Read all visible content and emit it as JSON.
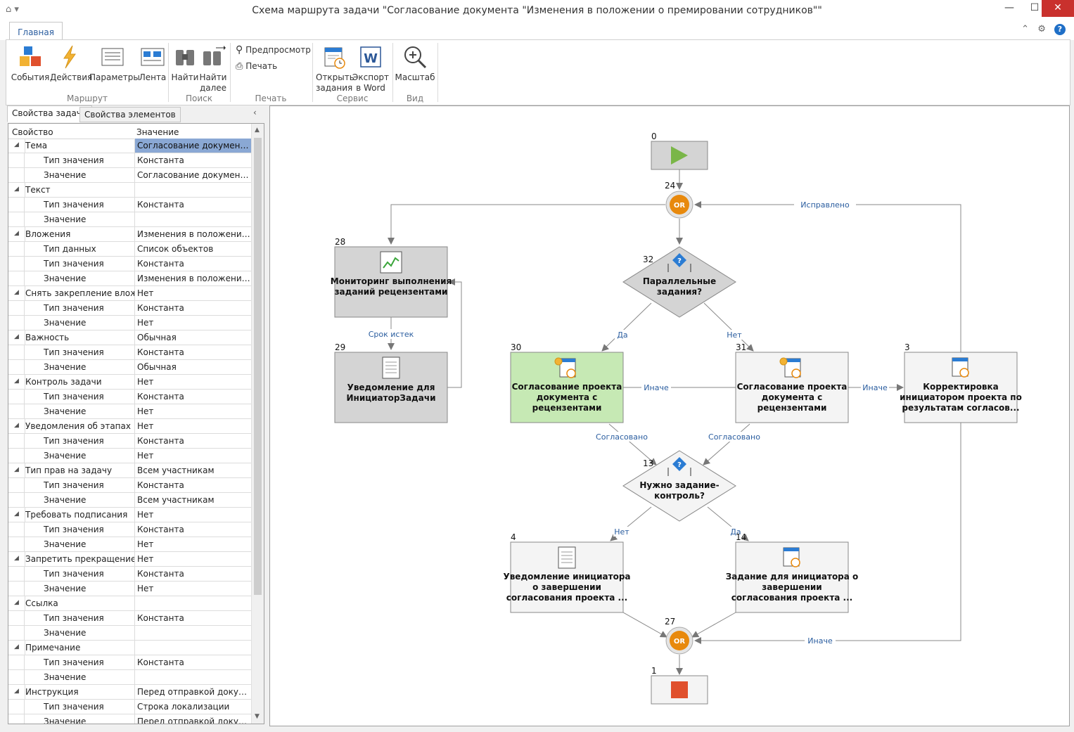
{
  "window": {
    "title": "Схема маршрута задачи \"Согласование документа \"Изменения в положении о премировании сотрудников\"\"",
    "minimize": "—",
    "maximize": "☐",
    "close": "✕"
  },
  "ribbon": {
    "tab": "Главная",
    "help": "?",
    "groups": {
      "route": "Маршрут",
      "search": "Поиск",
      "print": "Печать",
      "service": "Сервис",
      "view": "Вид"
    },
    "buttons": {
      "events": "События",
      "actions": "Действия",
      "params": "Параметры",
      "feed": "Лента",
      "find": "Найти",
      "find_next_1": "Найти",
      "find_next_2": "далее",
      "preview": "Предпросмотр",
      "print": "Печать",
      "open_tasks_1": "Открыть",
      "open_tasks_2": "задания",
      "export_1": "Экспорт",
      "export_2": "в Word",
      "zoom": "Масштаб"
    }
  },
  "left_panel": {
    "tabs": [
      "Свойства задачи",
      "Свойства элементов"
    ],
    "header": {
      "property": "Свойство",
      "value": "Значение"
    },
    "rows": [
      {
        "level": 0,
        "name": "Тема",
        "value": "Согласование документа \"...",
        "selected": true
      },
      {
        "level": 1,
        "name": "Тип значения",
        "value": "Константа"
      },
      {
        "level": 1,
        "name": "Значение",
        "value": "Согласование документа \"..."
      },
      {
        "level": 0,
        "name": "Текст",
        "value": ""
      },
      {
        "level": 1,
        "name": "Тип значения",
        "value": "Константа"
      },
      {
        "level": 1,
        "name": "Значение",
        "value": ""
      },
      {
        "level": 0,
        "name": "Вложения",
        "value": "Изменения в положении о ..."
      },
      {
        "level": 1,
        "name": "Тип данных",
        "value": "Список объектов"
      },
      {
        "level": 1,
        "name": "Тип значения",
        "value": "Константа"
      },
      {
        "level": 1,
        "name": "Значение",
        "value": "Изменения в положении о ..."
      },
      {
        "level": 0,
        "name": "Снять закрепление вложе...",
        "value": "Нет"
      },
      {
        "level": 1,
        "name": "Тип значения",
        "value": "Константа"
      },
      {
        "level": 1,
        "name": "Значение",
        "value": "Нет"
      },
      {
        "level": 0,
        "name": "Важность",
        "value": "Обычная"
      },
      {
        "level": 1,
        "name": "Тип значения",
        "value": "Константа"
      },
      {
        "level": 1,
        "name": "Значение",
        "value": "Обычная"
      },
      {
        "level": 0,
        "name": "Контроль задачи",
        "value": "Нет"
      },
      {
        "level": 1,
        "name": "Тип значения",
        "value": "Константа"
      },
      {
        "level": 1,
        "name": "Значение",
        "value": "Нет"
      },
      {
        "level": 0,
        "name": "Уведомления об этапах",
        "value": "Нет"
      },
      {
        "level": 1,
        "name": "Тип значения",
        "value": "Константа"
      },
      {
        "level": 1,
        "name": "Значение",
        "value": "Нет"
      },
      {
        "level": 0,
        "name": "Тип прав на задачу",
        "value": "Всем участникам"
      },
      {
        "level": 1,
        "name": "Тип значения",
        "value": "Константа"
      },
      {
        "level": 1,
        "name": "Значение",
        "value": "Всем участникам"
      },
      {
        "level": 0,
        "name": "Требовать подписания",
        "value": "Нет"
      },
      {
        "level": 1,
        "name": "Тип значения",
        "value": "Константа"
      },
      {
        "level": 1,
        "name": "Значение",
        "value": "Нет"
      },
      {
        "level": 0,
        "name": "Запретить прекращение з...",
        "value": "Нет"
      },
      {
        "level": 1,
        "name": "Тип значения",
        "value": "Константа"
      },
      {
        "level": 1,
        "name": "Значение",
        "value": "Нет"
      },
      {
        "level": 0,
        "name": "Ссылка",
        "value": ""
      },
      {
        "level": 1,
        "name": "Тип значения",
        "value": "Константа"
      },
      {
        "level": 1,
        "name": "Значение",
        "value": ""
      },
      {
        "level": 0,
        "name": "Примечание",
        "value": ""
      },
      {
        "level": 1,
        "name": "Тип значения",
        "value": "Константа"
      },
      {
        "level": 1,
        "name": "Значение",
        "value": ""
      },
      {
        "level": 0,
        "name": "Инструкция",
        "value": "Перед отправкой документ..."
      },
      {
        "level": 1,
        "name": "Тип значения",
        "value": "Строка локализации"
      },
      {
        "level": 1,
        "name": "Значение",
        "value": "Перед отправкой документ..."
      }
    ]
  },
  "diagram": {
    "nodes": {
      "n0": {
        "id": "0"
      },
      "n24": {
        "id": "24",
        "text": "OR"
      },
      "n28": {
        "id": "28",
        "line1": "Мониторинг выполнения",
        "line2": "заданий рецензентами"
      },
      "n29": {
        "id": "29",
        "line1": "Уведомление для",
        "line2": "ИнициаторЗадачи"
      },
      "n32": {
        "id": "32",
        "line1": "Параллельные",
        "line2": "задания?"
      },
      "n30": {
        "id": "30",
        "line1": "Согласование проекта",
        "line2": "документа с",
        "line3": "рецензентами"
      },
      "n31": {
        "id": "31",
        "line1": "Согласование проекта",
        "line2": "документа с",
        "line3": "рецензентами"
      },
      "n3": {
        "id": "3",
        "line1": "Корректировка",
        "line2": "инициатором проекта по",
        "line3": "результатам согласов..."
      },
      "n13": {
        "id": "13",
        "line1": "Нужно задание-",
        "line2": "контроль?"
      },
      "n4": {
        "id": "4",
        "line1": "Уведомление инициатора",
        "line2": "о завершении",
        "line3": "согласования проекта ..."
      },
      "n14": {
        "id": "14",
        "line1": "Задание для инициатора о",
        "line2": "завершении",
        "line3": "согласования проекта ..."
      },
      "n27": {
        "id": "27",
        "text": "OR"
      },
      "n1": {
        "id": "1"
      }
    },
    "edges": {
      "fixed": "Исправлено",
      "expired": "Срок истек",
      "yes1": "Да",
      "no1": "Нет",
      "else1": "Иначе",
      "else2": "Иначе",
      "approved1": "Согласовано",
      "approved2": "Согласовано",
      "no2": "Нет",
      "yes2": "Да",
      "else3": "Иначе"
    },
    "colors": {
      "start": "#7ab648",
      "stop": "#e0502d",
      "or": "#e8890c",
      "active_fill": "#c6e9b4",
      "gray_fill": "#d4d4d4",
      "link": "#2a5d9f"
    }
  }
}
